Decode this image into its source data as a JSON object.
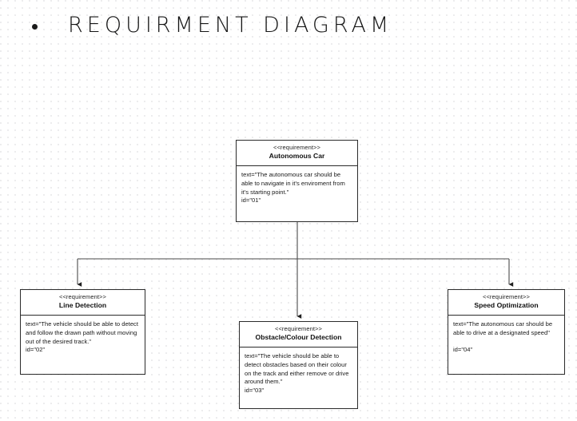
{
  "slide": {
    "bullet_icon": "bullet-dot",
    "title": "REQUIRMENT DIAGRAM"
  },
  "diagram": {
    "type": "uml-requirement-diagram",
    "line_color": "#3a3a3a",
    "box_border_color": "#2b2b2b",
    "background_color": "#ffffff",
    "nodes": [
      {
        "key": "autonomous_car",
        "stereotype": "<<requirement>>",
        "name": "Autonomous Car",
        "attributes": "text=\"The autonomous car should be able to navigate in it's enviroment from it's starting point.\"\nid=\"01\"",
        "id": "01"
      },
      {
        "key": "line_detection",
        "stereotype": "<<requirement>>",
        "name": "Line Detection",
        "attributes": "text=\"The vehicle should be able to detect and follow the drawn path without moving out of the desired track.\"\nid=\"02\"",
        "id": "02"
      },
      {
        "key": "obstacle_detection",
        "stereotype": "<<requirement>>",
        "name": "Obstacle/Colour Detection",
        "attributes": "text=\"The vehicle should be able to detect obstacles based on their colour on the track and either remove or drive around them.\"\nid=\"03\"",
        "id": "03"
      },
      {
        "key": "speed_optimization",
        "stereotype": "<<requirement>>",
        "name": "Speed Optimization",
        "attributes": "text=\"The autonomous car should be able to drive at a designated speed\"\n\nid=\"04\"",
        "id": "04"
      }
    ],
    "edges": [
      {
        "from": "autonomous_car",
        "to": "line_detection",
        "arrow": "filled-arrowhead"
      },
      {
        "from": "autonomous_car",
        "to": "obstacle_detection",
        "arrow": "filled-arrowhead"
      },
      {
        "from": "autonomous_car",
        "to": "speed_optimization",
        "arrow": "filled-arrowhead"
      }
    ]
  }
}
